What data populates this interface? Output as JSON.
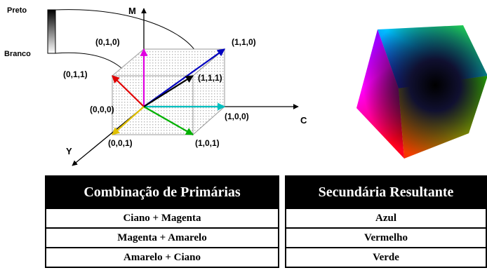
{
  "diagram": {
    "gradient_top_label": "Preto",
    "gradient_bottom_label": "Branco",
    "axes": {
      "vertical": "M",
      "horizontal": "C",
      "depth": "Y"
    },
    "vertices": {
      "v010": "(0,1,0)",
      "v110": "(1,1,0)",
      "v011": "(0,1,1)",
      "v111": "(1,1,1)",
      "v000": "(0,0,0)",
      "v100": "(1,0,0)",
      "v001": "(0,0,1)",
      "v101": "(1,0,1)"
    },
    "vector_colors": {
      "magenta": "#e000e0",
      "red": "#e00000",
      "blue": "#0000c0",
      "cyan": "#00c0c0",
      "green": "#00b000",
      "yellow": "#e0c000",
      "black": "#000000"
    }
  },
  "table": {
    "headers": [
      "Combinação de Primárias",
      "Secundária Resultante"
    ],
    "rows": [
      [
        "Ciano + Magenta",
        "Azul"
      ],
      [
        "Magenta + Amarelo",
        "Vermelho"
      ],
      [
        "Amarelo + Ciano",
        "Verde"
      ]
    ]
  }
}
